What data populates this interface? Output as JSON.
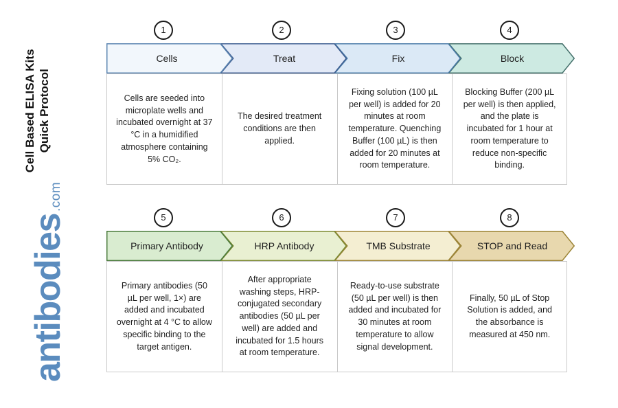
{
  "document": {
    "title_line_1": "Cell Based ELISA Kits",
    "title_line_2": "Quick Protocol",
    "title": "Cell Based ELISA Kits\nQuick Protocol"
  },
  "brand": {
    "name": "antibodies",
    "tld": ".com",
    "color": "#5b8cbe"
  },
  "rows": [
    {
      "id": "row-1",
      "steps": [
        {
          "number": "1",
          "label": "Cells",
          "fill": "#f2f7fc",
          "stroke": "#5b84b1",
          "text": "Cells are seeded into microplate wells and incubated overnight at 37 °C in a humidified atmosphere containing 5% CO₂."
        },
        {
          "number": "2",
          "label": "Treat",
          "fill": "#e3eaf7",
          "stroke": "#3f5f91",
          "text": "The desired treatment conditions are then applied."
        },
        {
          "number": "3",
          "label": "Fix",
          "fill": "#dbe9f6",
          "stroke": "#4a7ba8",
          "text": "Fixing solution (100 µL per well) is added for 20 minutes at room temperature. Quenching Buffer (100 µL) is then added for 20 minutes at room temperature."
        },
        {
          "number": "4",
          "label": "Block",
          "fill": "#cdeae2",
          "stroke": "#44706b",
          "text": "Blocking Buffer (200 µL per well) is then applied, and the plate is incubated for 1 hour at room temperature to reduce non-specific binding."
        }
      ]
    },
    {
      "id": "row-2",
      "steps": [
        {
          "number": "5",
          "label": "Primary Antibody",
          "fill": "#d9ecd0",
          "stroke": "#4a7a3c",
          "text": "Primary antibodies (50 µL per well, 1×) are added and incubated overnight at 4 °C to allow specific binding to the target antigen."
        },
        {
          "number": "6",
          "label": "HRP Antibody",
          "fill": "#e9f0d2",
          "stroke": "#7d8a33",
          "text": "After appropriate washing steps, HRP-conjugated secondary antibodies (50 µL per well) are added and incubated for 1.5 hours at room temperature."
        },
        {
          "number": "7",
          "label": "TMB Substrate",
          "fill": "#f4eed2",
          "stroke": "#9c8437",
          "text": "Ready-to-use substrate (50 µL per well) is then added and incubated for 30 minutes at room temperature to allow signal development."
        },
        {
          "number": "8",
          "label": "STOP and Read",
          "fill": "#e8d8ae",
          "stroke": "#9c8437",
          "text": "Finally, 50 µL of Stop Solution is added, and the absorbance is measured at 450 nm."
        }
      ]
    }
  ]
}
